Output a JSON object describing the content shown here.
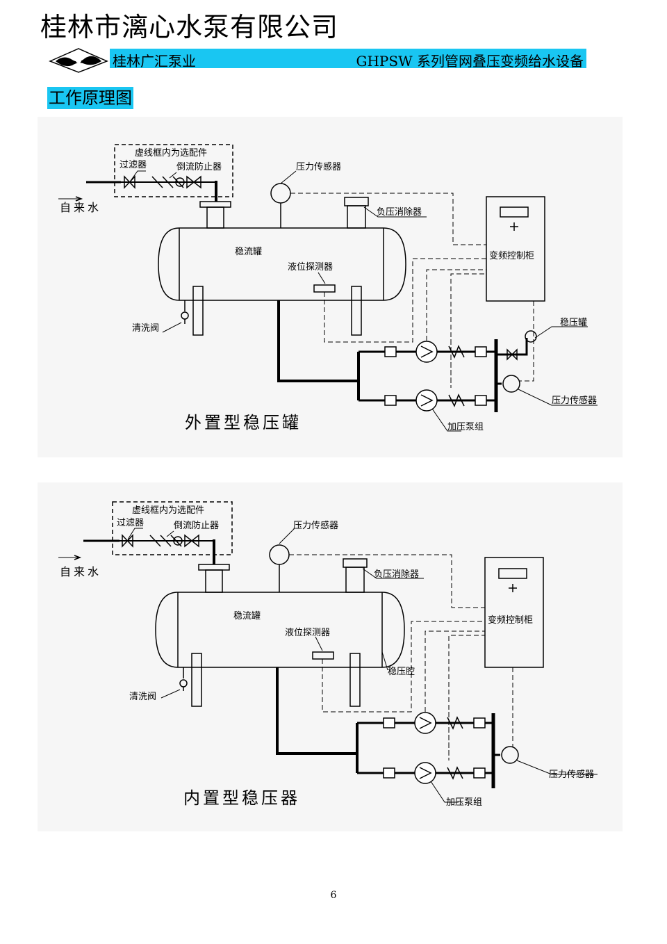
{
  "header": {
    "company": "桂林市漓心水泵有限公司",
    "brand": "桂林广汇泵业",
    "product": "GHPSW 系列管网叠压变频给水设备"
  },
  "section_title": "工作原理图",
  "diagram1": {
    "optional_box": "虚线框内为选配件",
    "filter": "过滤器",
    "backflow": "倒流防止器",
    "inlet": "自来水",
    "pressure_sensor_top": "压力传感器",
    "vacuum_suppressor": "负压消除器",
    "tank": "稳流罐",
    "level_detector": "液位探测器",
    "control_cabinet": "变频控制柜",
    "drain_valve": "清洗阀",
    "stabilizer": "稳压罐",
    "pressure_sensor_outlet": "压力传感器",
    "pump_group": "加压泵组",
    "caption": "外置型稳压罐"
  },
  "diagram2": {
    "optional_box": "虚线框内为选配件",
    "filter": "过滤器",
    "backflow": "倒流防止器",
    "inlet": "自来水",
    "pressure_sensor_top": "压力传感器",
    "vacuum_suppressor": "负压消除器",
    "tank": "稳流罐",
    "level_detector": "液位探测器",
    "control_cabinet": "变频控制柜",
    "stabilizer_chamber": "稳压腔",
    "drain_valve": "清洗阀",
    "pressure_sensor_outlet": "压力传感器",
    "pump_group": "加压泵组",
    "caption": "内置型稳压器"
  },
  "page_number": "6"
}
